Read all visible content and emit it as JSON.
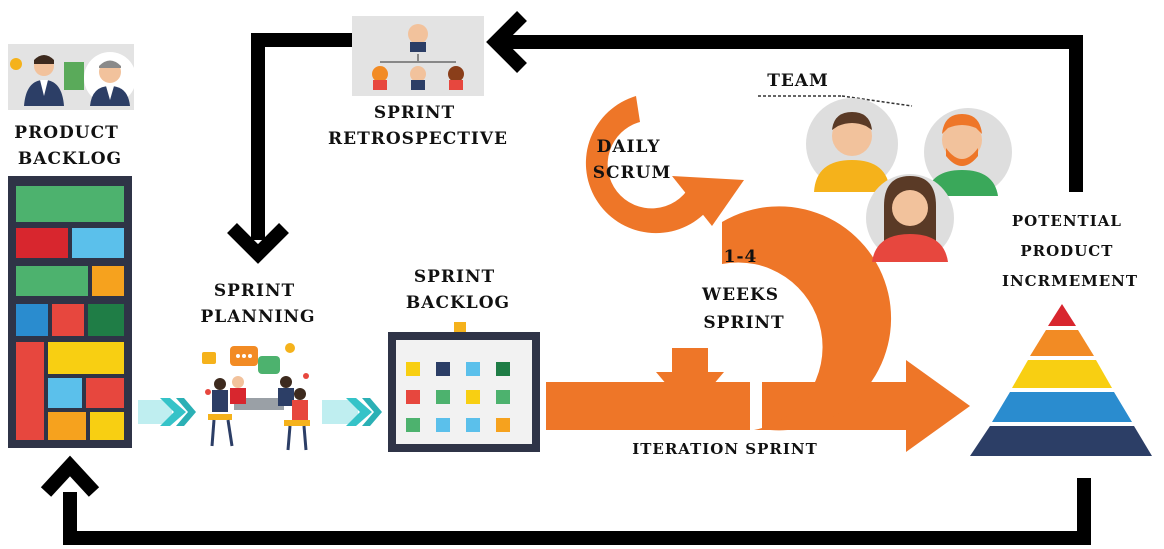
{
  "nodes": {
    "product_backlog": [
      "PRODUCT",
      "BACKLOG"
    ],
    "sprint_retrospective": [
      "SPRINT",
      "RETROSPECTIVE"
    ],
    "sprint_planning": [
      "SPRINT",
      "PLANNING"
    ],
    "sprint_backlog": [
      "SPRINT",
      "BACKLOG"
    ],
    "daily_scrum": [
      "DAILY",
      "SCRUM"
    ],
    "weeks_sprint": [
      "1-4",
      "WEEKS",
      "SPRINT"
    ],
    "iteration_sprint": "ITERATION  SPRINT",
    "team": "TEAM",
    "potential_product_increment": [
      "POTENTIAL",
      "PRODUCT",
      "INCRMEMENT"
    ]
  },
  "colors": {
    "orange": "#ee7628",
    "arrow_dark": "#000000",
    "teal": "#35c3c8",
    "backlog_frame": "#2f3447"
  },
  "icons": {
    "product_backlog": "business-people-icon",
    "sprint_retrospective": "org-chart-icon",
    "sprint_planning": "meeting-icon",
    "sprint_backlog": "task-board-icon",
    "team": "team-avatars-icon",
    "increment": "pyramid-icon"
  }
}
